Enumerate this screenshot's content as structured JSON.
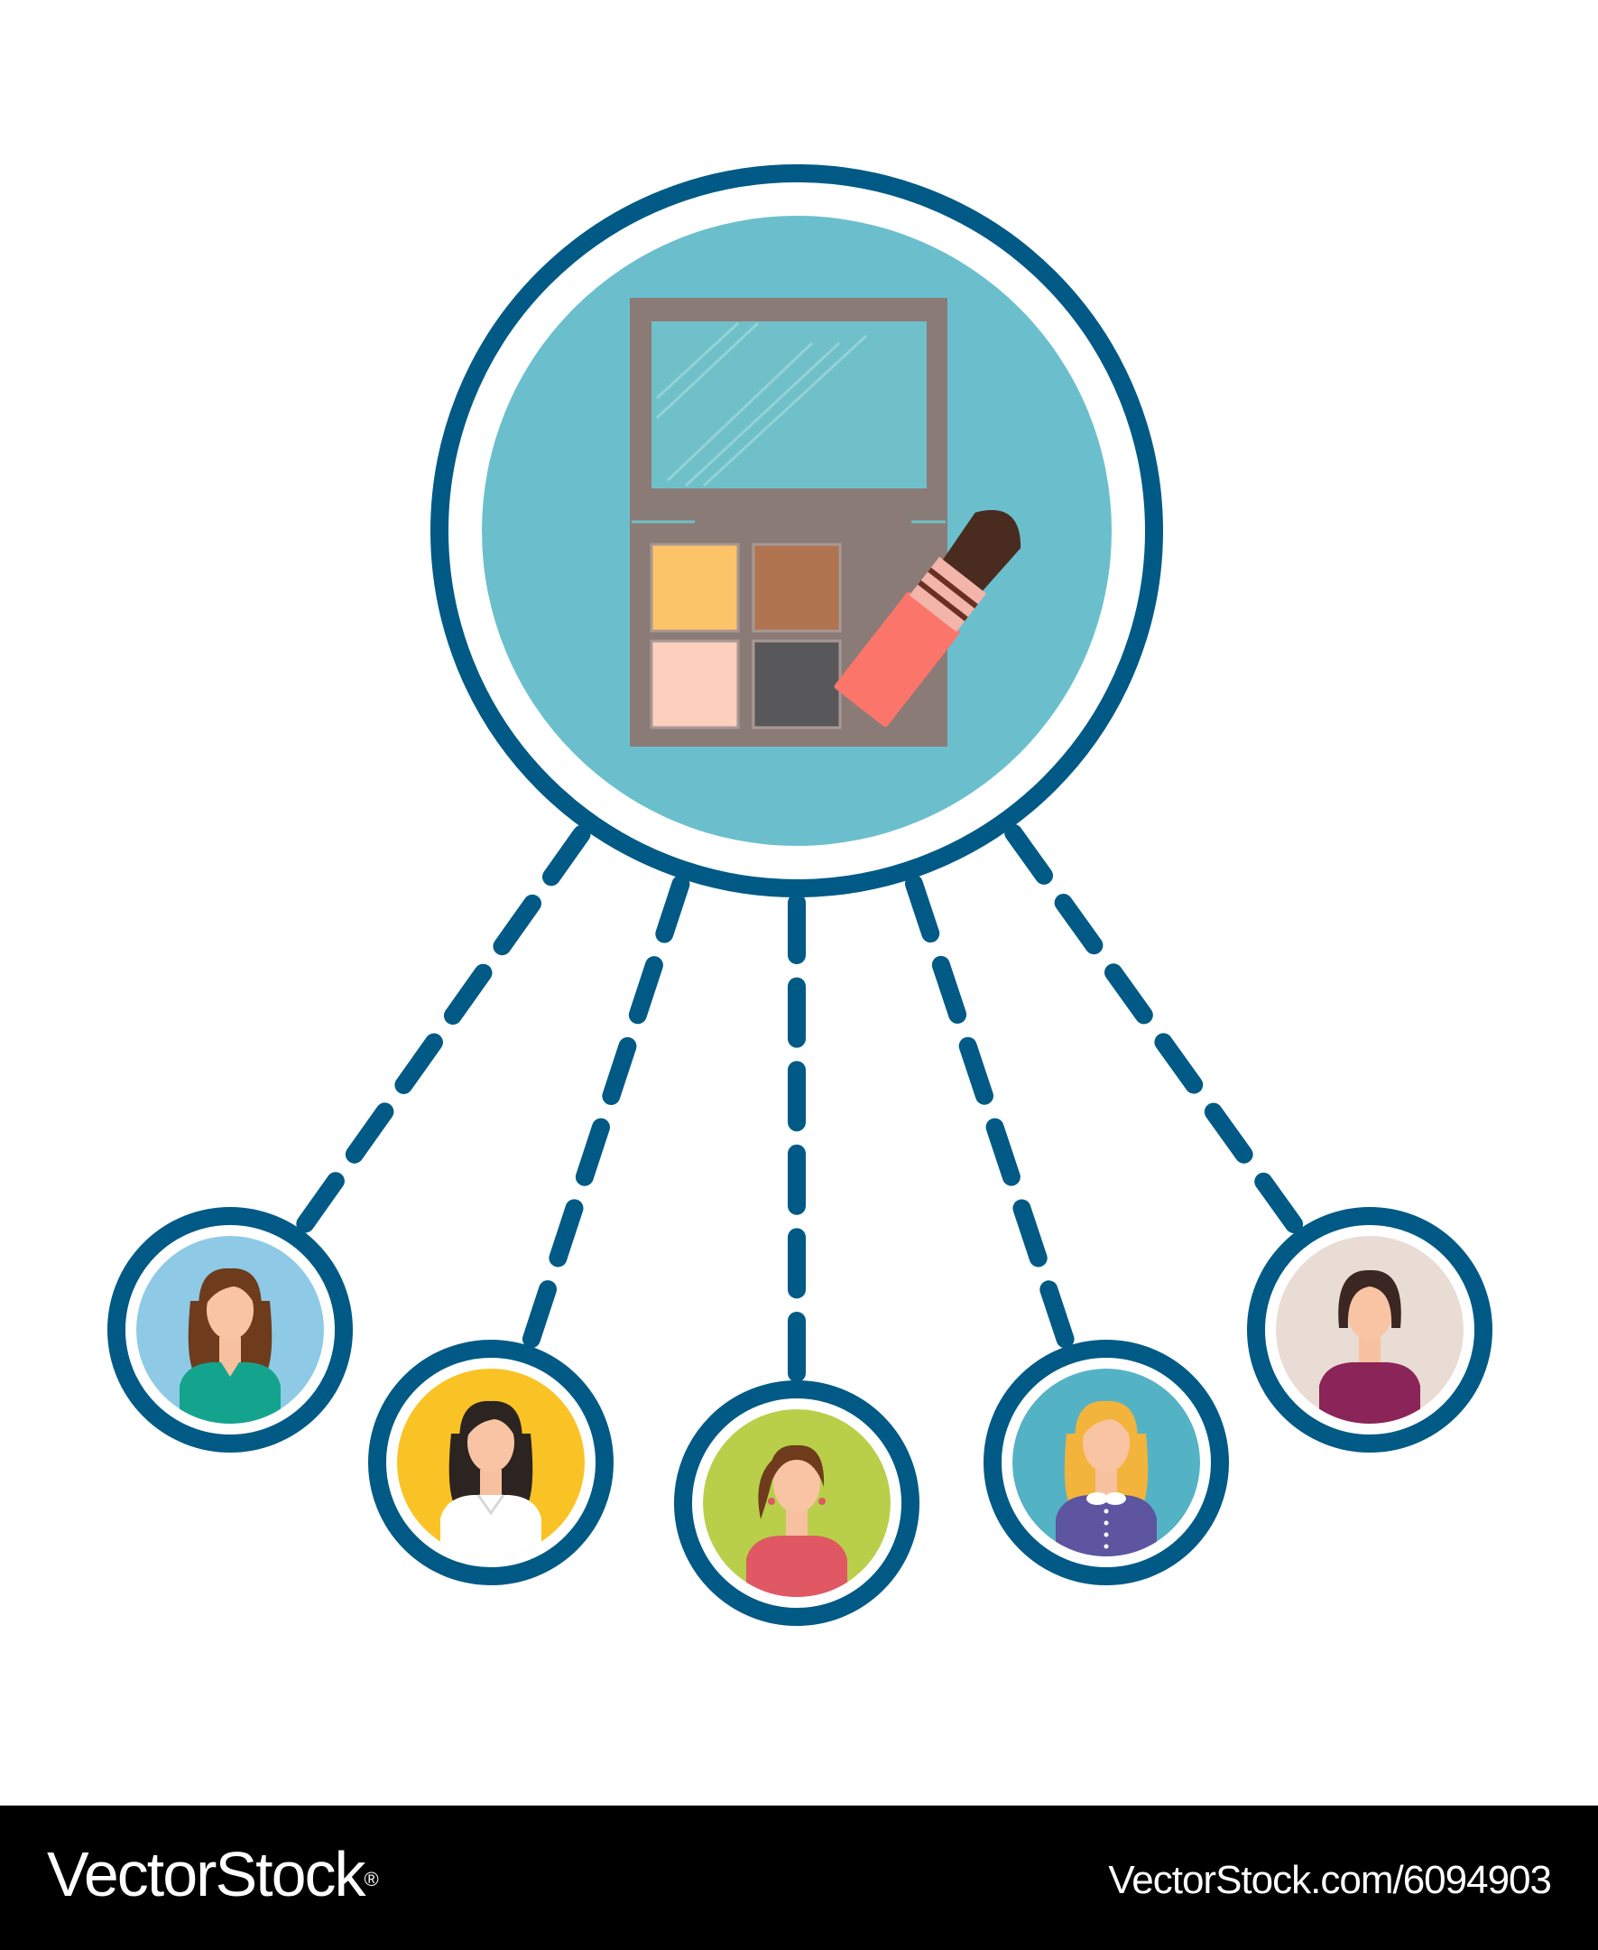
{
  "colors": {
    "ring": "#005a85",
    "hub_fill": "#6bbfcd",
    "palette_case": "#8b7b77",
    "mirror": "#6fc0c8",
    "brush_handle": "#fb756a",
    "brush_ferrule": "#f3b4aa",
    "brush_bristles": "#4a2b1f",
    "swatches": [
      "#fcc468",
      "#b07450",
      "#fdd0bd",
      "#58585a"
    ],
    "avatar_backgrounds": [
      "#8ecae6",
      "#fac325",
      "#b9cf4a",
      "#54b2c5",
      "#e8dcd4"
    ],
    "avatar_clothing": [
      "#14a48e",
      "#ffffff",
      "#e05863",
      "#5d55a0",
      "#8b2458"
    ],
    "avatar_hair": [
      "#6e3c1c",
      "#2b2420",
      "#6e3c1c",
      "#f2b43a",
      "#3a2622"
    ]
  },
  "hub": {
    "icon": "makeup-palette-icon",
    "brush_icon": "makeup-brush-icon"
  },
  "avatars": [
    {
      "icon": "woman-avatar-icon",
      "hair_style": "wavy"
    },
    {
      "icon": "woman-avatar-icon",
      "hair_style": "wavy-dark"
    },
    {
      "icon": "woman-avatar-icon",
      "hair_style": "ponytail"
    },
    {
      "icon": "woman-avatar-icon",
      "hair_style": "long-blonde"
    },
    {
      "icon": "woman-avatar-icon",
      "hair_style": "bob"
    }
  ],
  "footer": {
    "brand": "VectorStock",
    "brand_mark": "®",
    "image_ref": "VectorStock.com/6094903"
  }
}
